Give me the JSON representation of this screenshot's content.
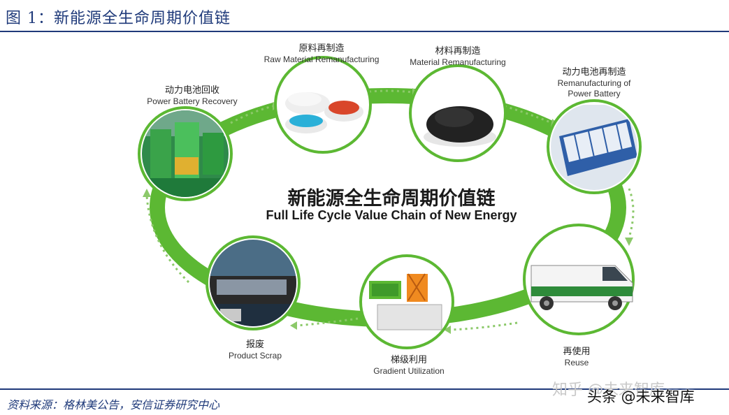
{
  "figure": {
    "title": "图 1：新能源全生命周期价值链",
    "source": "资料来源：格林美公告，安信证券研究中心"
  },
  "diagram": {
    "center_zh": "新能源全生命周期价值链",
    "center_en": "Full Life Cycle Value Chain of New Energy",
    "stages": [
      {
        "zh": "动力电池回收",
        "en": "Power Battery Recovery"
      },
      {
        "zh": "原料再制造",
        "en": "Raw Material Remanufacturing"
      },
      {
        "zh": "材料再制造",
        "en": "Material Remanufacturing"
      },
      {
        "zh": "动力电池再制造",
        "en": "Remanufacturing of Power Battery"
      },
      {
        "zh": "再使用",
        "en": "Reuse"
      },
      {
        "zh": "梯级利用",
        "en": "Gradient Utilization"
      },
      {
        "zh": "报废",
        "en": "Product Scrap"
      }
    ],
    "ring_color": "#5cb833"
  },
  "watermarks": {
    "zhihu": "知乎 @未来智库",
    "toutiao": "头条 @未来智库"
  }
}
